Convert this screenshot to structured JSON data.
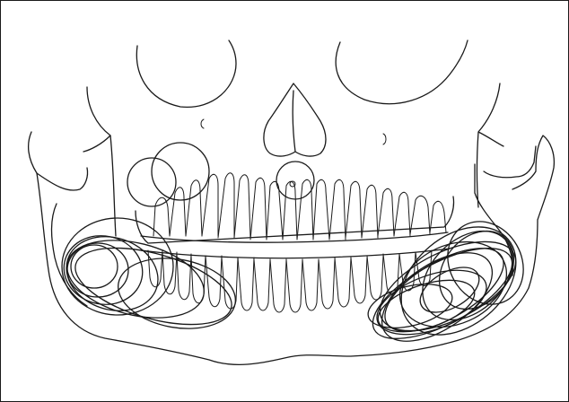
{
  "figure": {
    "caption": "",
    "line_color": "#1a1a1a",
    "background_color": "#ffffff",
    "frame": true,
    "parts": [
      "orbit-left",
      "orbit-right",
      "nasal-cavity",
      "skull-outline",
      "maxilla",
      "mandible",
      "maxillary-teeth",
      "mandibular-teeth",
      "left-superimposed-ovals",
      "right-superimposed-ovals",
      "center-circle"
    ]
  }
}
